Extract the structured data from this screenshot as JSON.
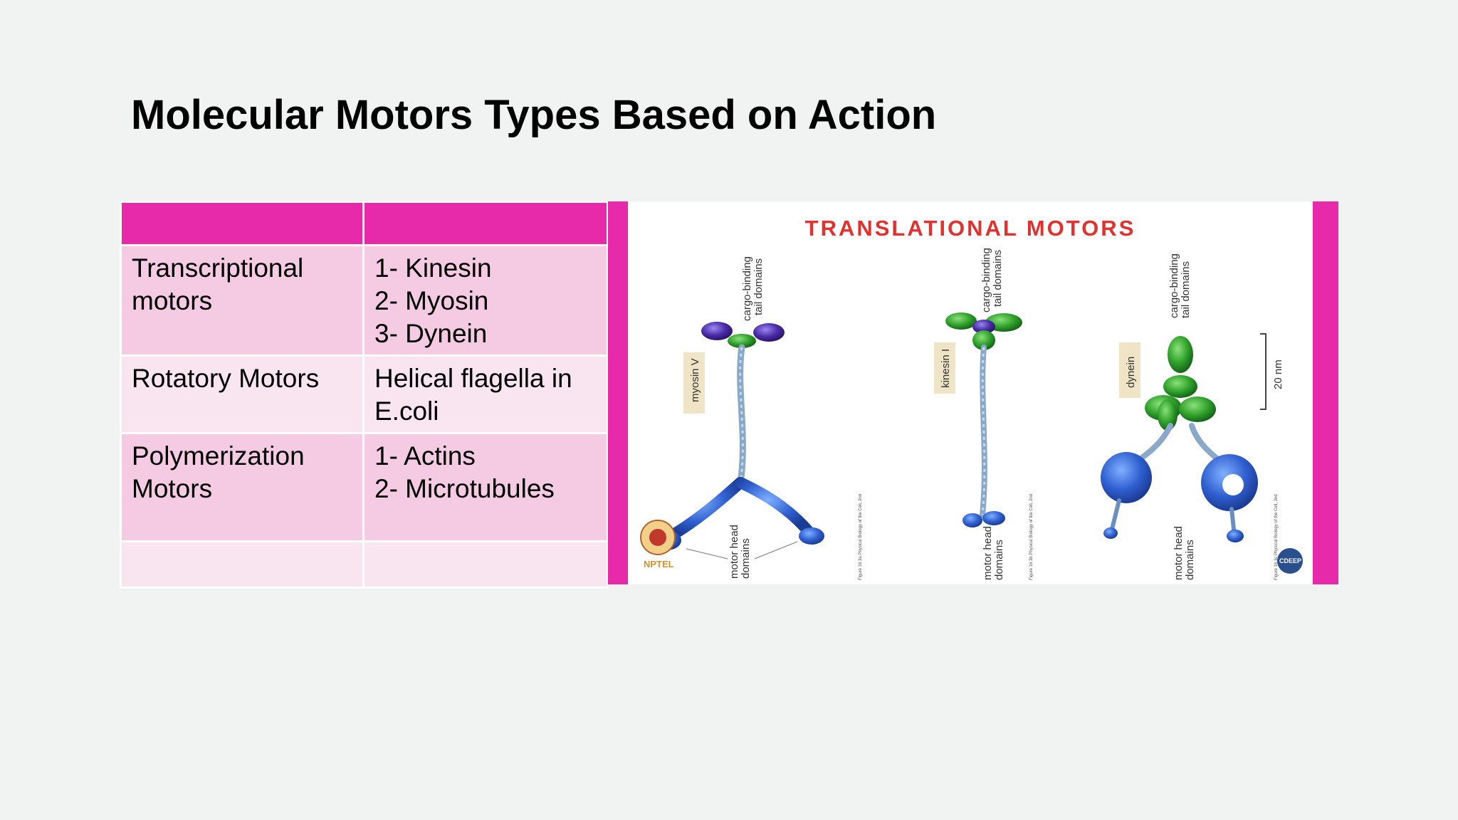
{
  "slide": {
    "title": "Molecular Motors Types Based on Action"
  },
  "table": {
    "rows": [
      {
        "type": "Transcriptional\nmotors",
        "examples": "1- Kinesin\n2- Myosin\n3- Dynein"
      },
      {
        "type": "Rotatory Motors",
        "examples": "Helical flagella in\nE.coli"
      },
      {
        "type": "Polymerization\nMotors",
        "examples": "1- Actins\n2- Microtubules"
      },
      {
        "type": "",
        "examples": ""
      }
    ]
  },
  "figure": {
    "heading": "TRANSLATIONAL MOTORS",
    "motors": [
      {
        "name": "myosin V",
        "top_label_1": "cargo-binding",
        "top_label_2": "tail domains",
        "bottom_label_1": "motor head",
        "bottom_label_2": "domains"
      },
      {
        "name": "kinesin I",
        "top_label_1": "cargo-binding",
        "top_label_2": "tail domains",
        "bottom_label_1": "motor head",
        "bottom_label_2": "domains"
      },
      {
        "name": "dynein",
        "top_label_1": "cargo-binding",
        "top_label_2": "tail domains",
        "bottom_label_1": "motor head",
        "bottom_label_2": "domains"
      }
    ],
    "scale_label": "20 nm",
    "logo_left": "NPTEL",
    "logo_right": "CDEEP",
    "colors": {
      "frame": "#e62aa9",
      "heading": "#e0322f",
      "head_blue": "#2f5fd0",
      "cargo_purple": "#4a2aa8",
      "cargo_green": "#2fa12a",
      "stalk": "#8aa8c8"
    }
  }
}
